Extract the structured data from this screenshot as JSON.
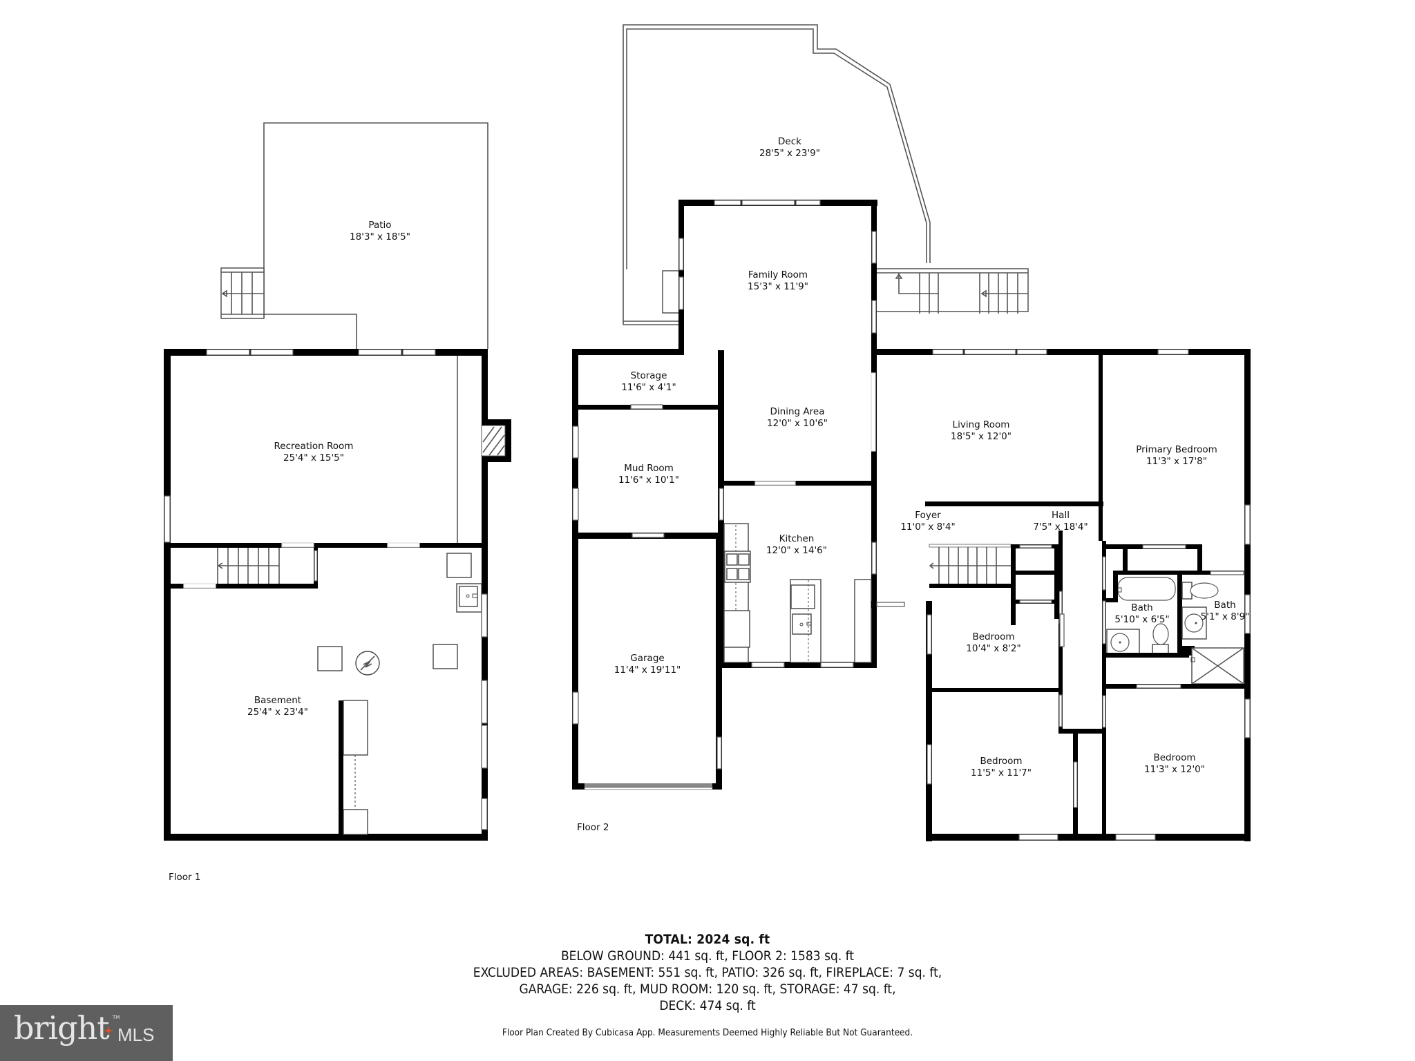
{
  "floors": {
    "floor1": {
      "label": "Floor 1",
      "rooms": [
        {
          "name": "Patio",
          "dims": "18'3\" x 18'5\""
        },
        {
          "name": "Recreation Room",
          "dims": "25'4\" x 15'5\""
        },
        {
          "name": "Basement",
          "dims": "25'4\" x 23'4\""
        }
      ]
    },
    "floor2": {
      "label": "Floor 2",
      "rooms": [
        {
          "name": "Deck",
          "dims": "28'5\" x 23'9\""
        },
        {
          "name": "Family Room",
          "dims": "15'3\" x 11'9\""
        },
        {
          "name": "Storage",
          "dims": "11'6\" x 4'1\""
        },
        {
          "name": "Dining Area",
          "dims": "12'0\" x 10'6\""
        },
        {
          "name": "Mud Room",
          "dims": "11'6\" x 10'1\""
        },
        {
          "name": "Kitchen",
          "dims": "12'0\" x 14'6\""
        },
        {
          "name": "Garage",
          "dims": "11'4\" x 19'11\""
        },
        {
          "name": "Living Room",
          "dims": "18'5\" x 12'0\""
        },
        {
          "name": "Primary Bedroom",
          "dims": "11'3\" x 17'8\""
        },
        {
          "name": "Foyer",
          "dims": "11'0\" x 8'4\""
        },
        {
          "name": "Hall",
          "dims": "7'5\" x 18'4\""
        },
        {
          "name": "Bath",
          "dims": "5'10\" x 6'5\""
        },
        {
          "name": "Bath",
          "dims": "5'1\" x 8'9\""
        },
        {
          "name": "Bedroom",
          "dims": "10'4\" x 8'2\""
        },
        {
          "name": "Bedroom",
          "dims": "11'5\" x 11'7\""
        },
        {
          "name": "Bedroom",
          "dims": "11'3\" x 12'0\""
        }
      ]
    }
  },
  "summary": {
    "total": "TOTAL: 2024 sq. ft",
    "lines": [
      "BELOW GROUND: 441 sq. ft, FLOOR 2: 1583 sq. ft",
      "EXCLUDED AREAS: BASEMENT: 551 sq. ft, PATIO: 326 sq. ft, FIREPLACE: 7 sq. ft,",
      "GARAGE: 226 sq. ft, MUD ROOM: 120 sq. ft, STORAGE: 47 sq. ft,",
      "DECK: 474 sq. ft"
    ],
    "disclaimer": "Floor Plan Created By Cubicasa App. Measurements Deemed Highly Reliable But Not Guaranteed."
  },
  "logo": {
    "word": "bright",
    "suffix": "MLS",
    "trademark": "TM",
    "bg_color": "#5f5f5f",
    "spark_color": "#e0522a"
  },
  "icons": [
    "stairs-icon",
    "fireplace-icon",
    "water-heater-icon",
    "sink-icon",
    "stove-icon",
    "bathtub-icon",
    "toilet-icon",
    "shower-icon"
  ]
}
